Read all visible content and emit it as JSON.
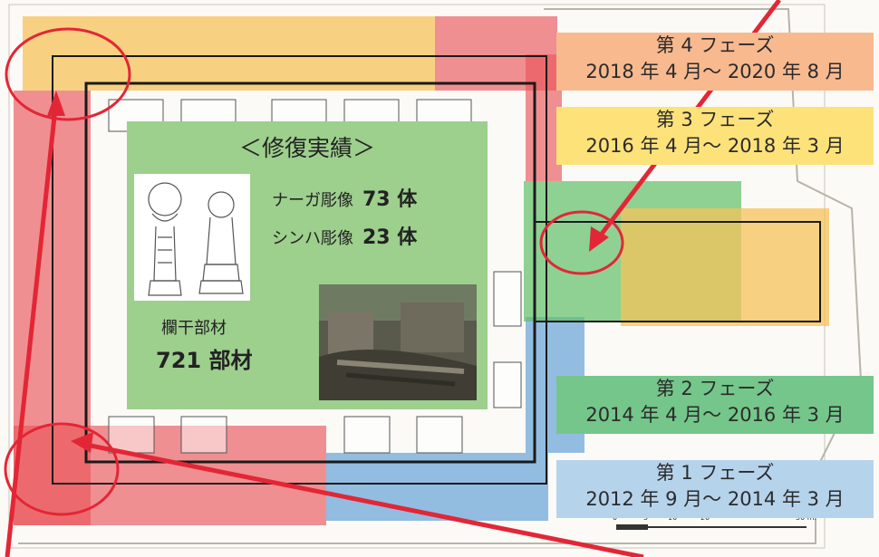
{
  "phases": [
    {
      "id": "4",
      "name": "第 4 フェーズ",
      "period": "2018 年 4 月～ 2020 年 8 月",
      "color": "#f8b98f"
    },
    {
      "id": "3",
      "name": "第 3 フェーズ",
      "period": "2016 年 4 月～ 2018 年 3 月",
      "color": "#fde27a"
    },
    {
      "id": "2",
      "name": "第 2 フェーズ",
      "period": "2014 年 4 月～ 2016 年 3 月",
      "color": "#74c68a"
    },
    {
      "id": "1",
      "name": "第 1 フェーズ",
      "period": "2012 年 9 月～ 2014 年 3 月",
      "color": "#b6d3ec"
    }
  ],
  "summary": {
    "title": "＜修復実績＞",
    "naga_label": "ナーガ彫像",
    "naga_value": "73 体",
    "simha_label": "シンハ彫像",
    "simha_value": "23 体",
    "parts_label": "欄干部材",
    "parts_value": "721 部材",
    "bg_color": "#9dcf8d"
  },
  "zone_colors": {
    "red": "#e9565a",
    "yellow": "#f5c35a",
    "green": "#5fbf6a",
    "blue": "#5b9bd5"
  },
  "scale_labels": [
    "0",
    "5",
    "10",
    "20",
    "50 m."
  ]
}
